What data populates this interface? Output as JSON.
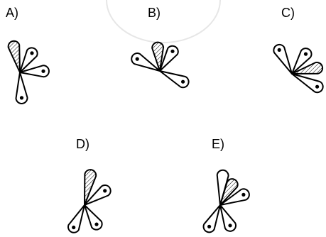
{
  "options": [
    {
      "label": "A)",
      "shaded_petal": "upper-left"
    },
    {
      "label": "B)",
      "shaded_petal": "upper-middle"
    },
    {
      "label": "C)",
      "shaded_petal": "right"
    },
    {
      "label": "D)",
      "shaded_petal": "top"
    },
    {
      "label": "E)",
      "shaded_petal": "upper-right"
    }
  ],
  "colors": {
    "stroke": "#000000",
    "background": "#ffffff",
    "watermark": "#e6e6e6"
  }
}
